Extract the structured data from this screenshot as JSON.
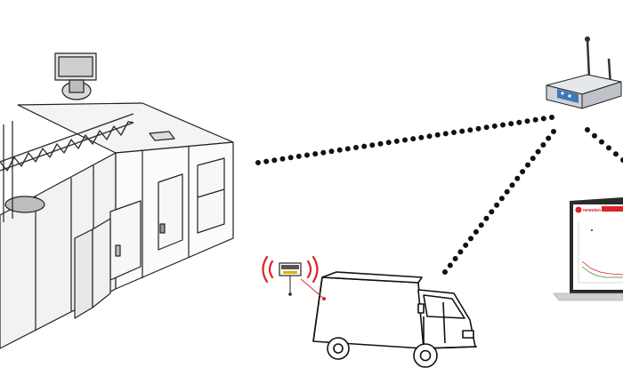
{
  "diagram": {
    "nodes": [
      {
        "id": "cold-room",
        "icon": "cold-room-icon"
      },
      {
        "id": "gateway",
        "icon": "wireless-gateway-icon"
      },
      {
        "id": "laptop",
        "icon": "laptop-monitoring-icon"
      },
      {
        "id": "truck",
        "icon": "refrigerated-truck-icon"
      },
      {
        "id": "sensor",
        "icon": "wireless-sensor-icon"
      }
    ],
    "links": [
      {
        "from": "cold-room",
        "to": "gateway",
        "style": "dotted"
      },
      {
        "from": "truck",
        "to": "gateway",
        "style": "dotted"
      },
      {
        "from": "gateway",
        "to": "laptop",
        "style": "dotted"
      }
    ],
    "laptop_screen": {
      "brand": "newsteo",
      "brand_color": "#d9242b"
    },
    "colors": {
      "signal": "#d9242b",
      "line": "#111111",
      "sketch": "#222222",
      "gateway_panel": "#3f78b8"
    }
  }
}
